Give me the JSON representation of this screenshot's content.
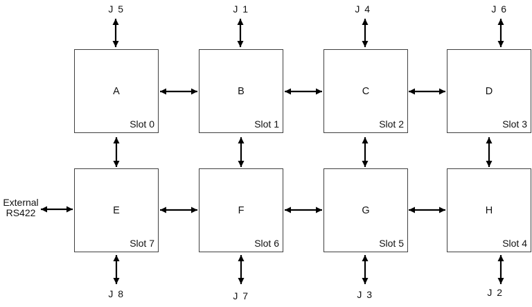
{
  "diagram": {
    "external": {
      "line1": "External",
      "line2": "RS422"
    },
    "top_row": [
      {
        "letter": "A",
        "slot": "Slot 0",
        "connector": "J 5"
      },
      {
        "letter": "B",
        "slot": "Slot 1",
        "connector": "J 1"
      },
      {
        "letter": "C",
        "slot": "Slot 2",
        "connector": "J 4"
      },
      {
        "letter": "D",
        "slot": "Slot 3",
        "connector": "J 6"
      }
    ],
    "bottom_row": [
      {
        "letter": "E",
        "slot": "Slot 7",
        "connector": "J 8"
      },
      {
        "letter": "F",
        "slot": "Slot 6",
        "connector": "J 7"
      },
      {
        "letter": "G",
        "slot": "Slot 5",
        "connector": "J 3"
      },
      {
        "letter": "H",
        "slot": "Slot 4",
        "connector": "J 2"
      }
    ],
    "colors": {
      "background": "#ffffff",
      "box_border": "#3f3f3f",
      "text": "#111111",
      "arrow": "#000000"
    }
  }
}
